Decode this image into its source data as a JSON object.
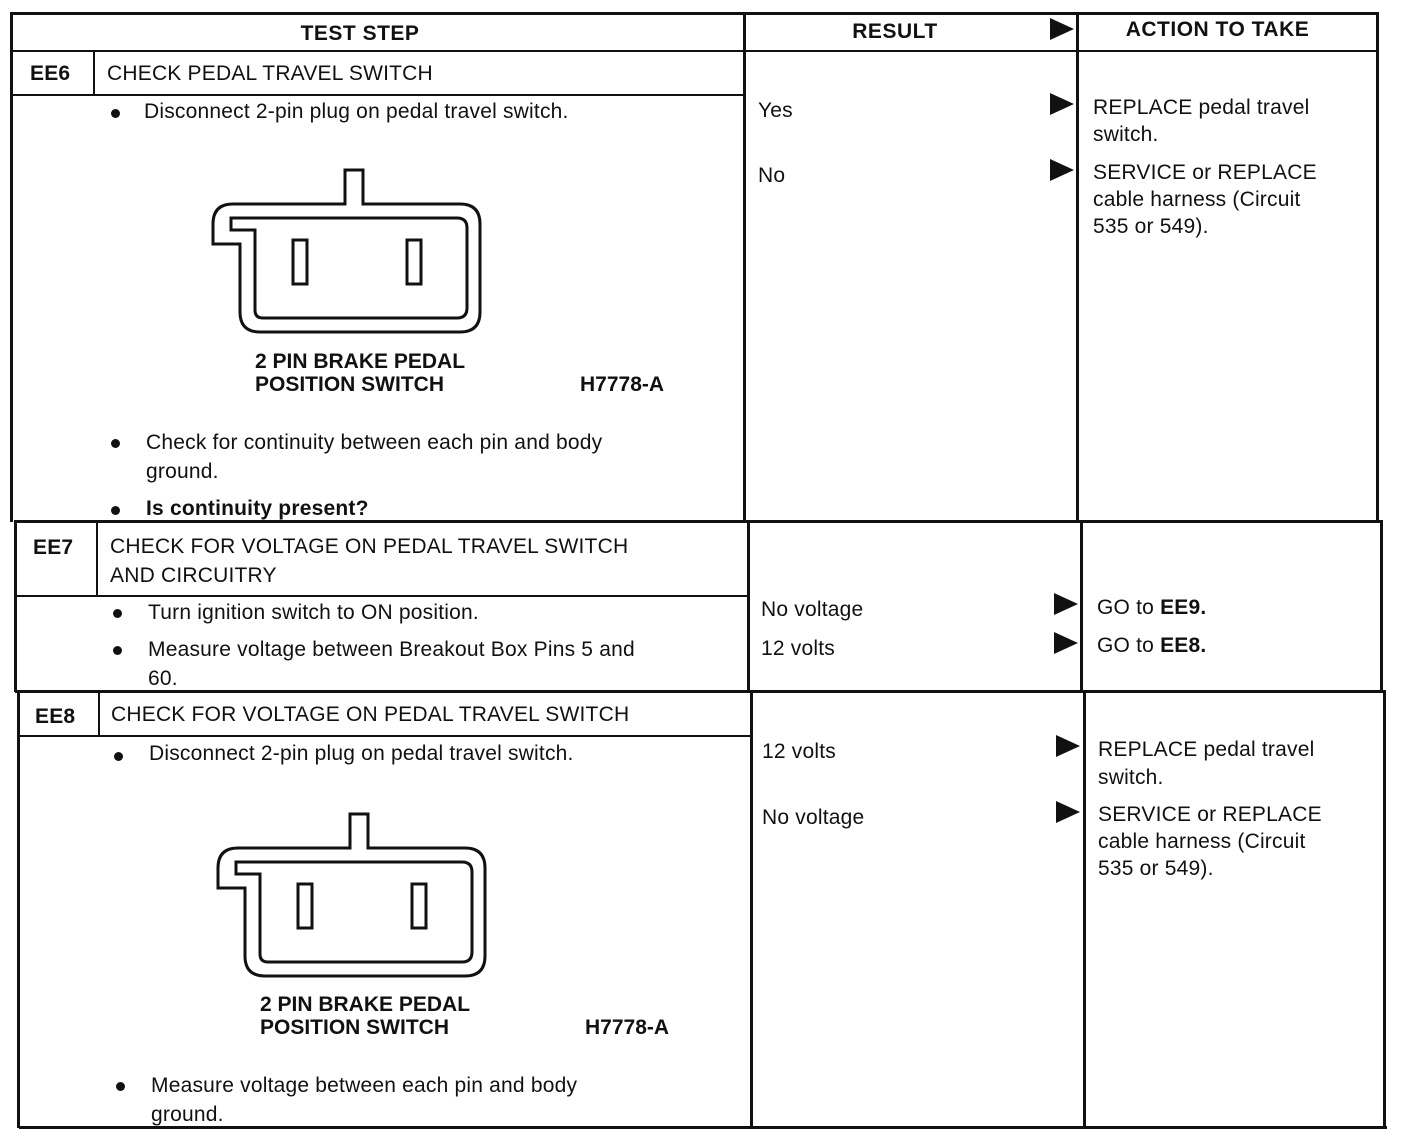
{
  "headers": {
    "test_step": "TEST STEP",
    "result": "RESULT",
    "action": "ACTION TO TAKE"
  },
  "ee6": {
    "code": "EE6",
    "title": "CHECK PEDAL TRAVEL SWITCH",
    "step1": "Disconnect 2-pin plug on pedal travel switch.",
    "diagram": {
      "caption_line1": "2 PIN BRAKE PEDAL",
      "caption_line2": "POSITION SWITCH",
      "ref": "H7778-A"
    },
    "step2_line1": "Check for continuity between each pin and body",
    "step2_line2": "ground.",
    "step3": "Is continuity present?",
    "results": [
      {
        "result": "Yes",
        "action_lines": [
          "REPLACE pedal travel",
          "switch."
        ]
      },
      {
        "result": "No",
        "action_lines": [
          "SERVICE or REPLACE",
          "cable harness (Circuit",
          "535 or 549)."
        ]
      }
    ]
  },
  "ee7": {
    "code": "EE7",
    "title_line1": "CHECK FOR VOLTAGE ON PEDAL TRAVEL SWITCH",
    "title_line2": "AND CIRCUITRY",
    "step1": "Turn ignition switch to ON position.",
    "step2_line1": "Measure voltage between Breakout Box Pins 5 and",
    "step2_line2": "60.",
    "results": [
      {
        "result": "No voltage",
        "action_prefix": "GO to ",
        "action_code": "EE9."
      },
      {
        "result": "12 volts",
        "action_prefix": "GO to ",
        "action_code": "EE8."
      }
    ]
  },
  "ee8": {
    "code": "EE8",
    "title": "CHECK FOR VOLTAGE ON PEDAL TRAVEL SWITCH",
    "step1": "Disconnect 2-pin plug on pedal travel switch.",
    "diagram": {
      "caption_line1": "2 PIN BRAKE PEDAL",
      "caption_line2": "POSITION SWITCH",
      "ref": "H7778-A"
    },
    "step2_line1": "Measure voltage between each pin and body",
    "step2_line2": "ground.",
    "results": [
      {
        "result": "12 volts",
        "action_lines": [
          "REPLACE pedal travel",
          "switch."
        ]
      },
      {
        "result": "No voltage",
        "action_lines": [
          "SERVICE or REPLACE",
          "cable harness (Circuit",
          "535 or 549)."
        ]
      }
    ]
  }
}
